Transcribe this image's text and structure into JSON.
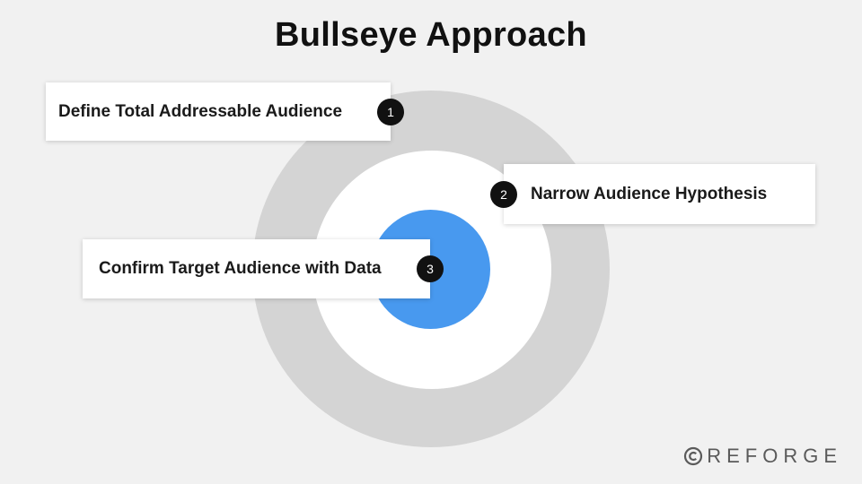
{
  "title": "Bullseye Approach",
  "steps": [
    {
      "number": "1",
      "label": "Define Total Addressable Audience"
    },
    {
      "number": "2",
      "label": "Narrow Audience Hypothesis"
    },
    {
      "number": "3",
      "label": "Confirm Target Audience with Data"
    }
  ],
  "colors": {
    "outer_ring": "#d4d4d4",
    "middle_ring": "#ffffff",
    "inner_circle": "#4899ef",
    "badge": "#111111"
  },
  "logo": {
    "text": "REFORGE",
    "icon": "copyright-icon"
  }
}
